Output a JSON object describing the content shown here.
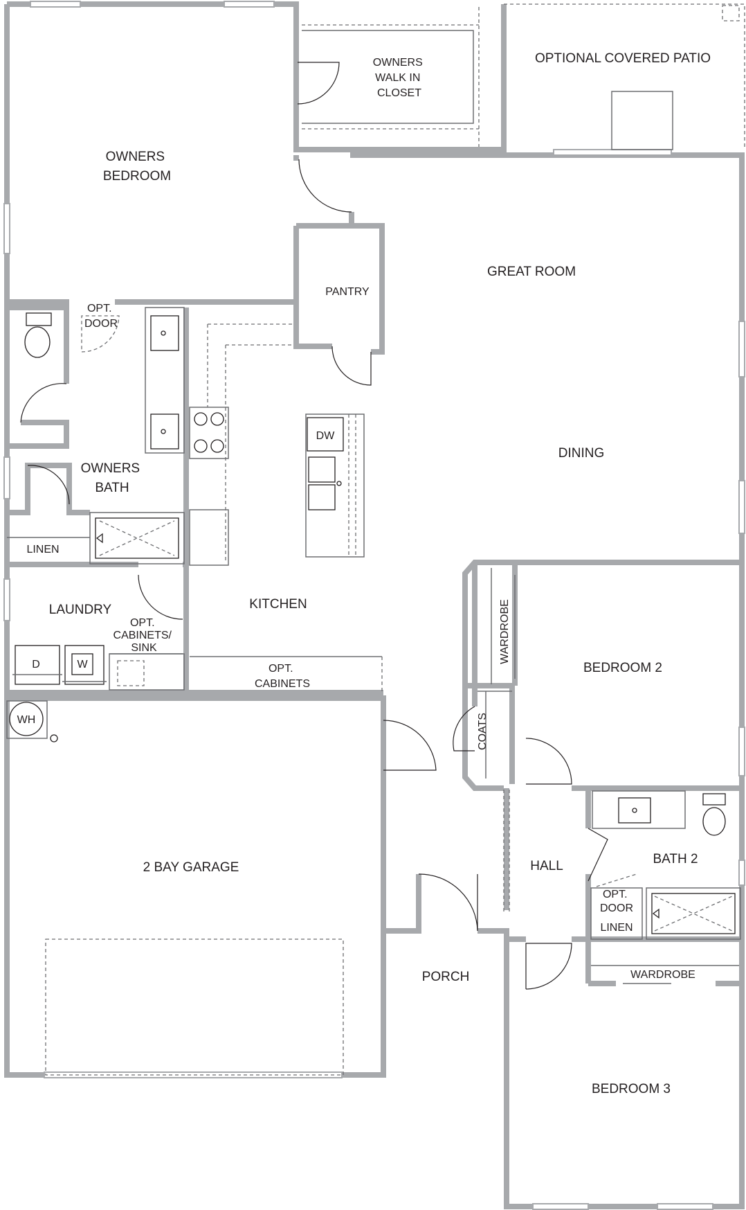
{
  "rooms": {
    "owners_bedroom": [
      "OWNERS",
      "BEDROOM"
    ],
    "walk_in_closet": [
      "OWNERS",
      "WALK IN",
      "CLOSET"
    ],
    "covered_patio": "OPTIONAL COVERED PATIO",
    "great_room": "GREAT ROOM",
    "pantry": "PANTRY",
    "opt_door_owners": [
      "OPT.",
      "DOOR"
    ],
    "owners_bath": [
      "OWNERS",
      "BATH"
    ],
    "linen_owners": "LINEN",
    "dining": "DINING",
    "kitchen": "KITCHEN",
    "laundry": "LAUNDRY",
    "opt_cabinets_sink": [
      "OPT.",
      "CABINETS/",
      "SINK"
    ],
    "opt_cabinets": [
      "OPT.",
      "CABINETS"
    ],
    "dryer": "D",
    "washer": "W",
    "water_heater": "WH",
    "dishwasher": "DW",
    "wardrobe_bed2": "WARDROBE",
    "bedroom_2": "BEDROOM 2",
    "coats": "COATS",
    "garage": "2 BAY GARAGE",
    "hall": "HALL",
    "bath_2": "BATH 2",
    "opt_door_bath2": [
      "OPT.",
      "DOOR"
    ],
    "linen_bath2": "LINEN",
    "wardrobe_bed3": "WARDROBE",
    "porch": "PORCH",
    "bedroom_3": "BEDROOM 3"
  },
  "colors": {
    "wall": "#a7a9ac",
    "text": "#231f20",
    "fixture_line": "#6d6e71"
  }
}
